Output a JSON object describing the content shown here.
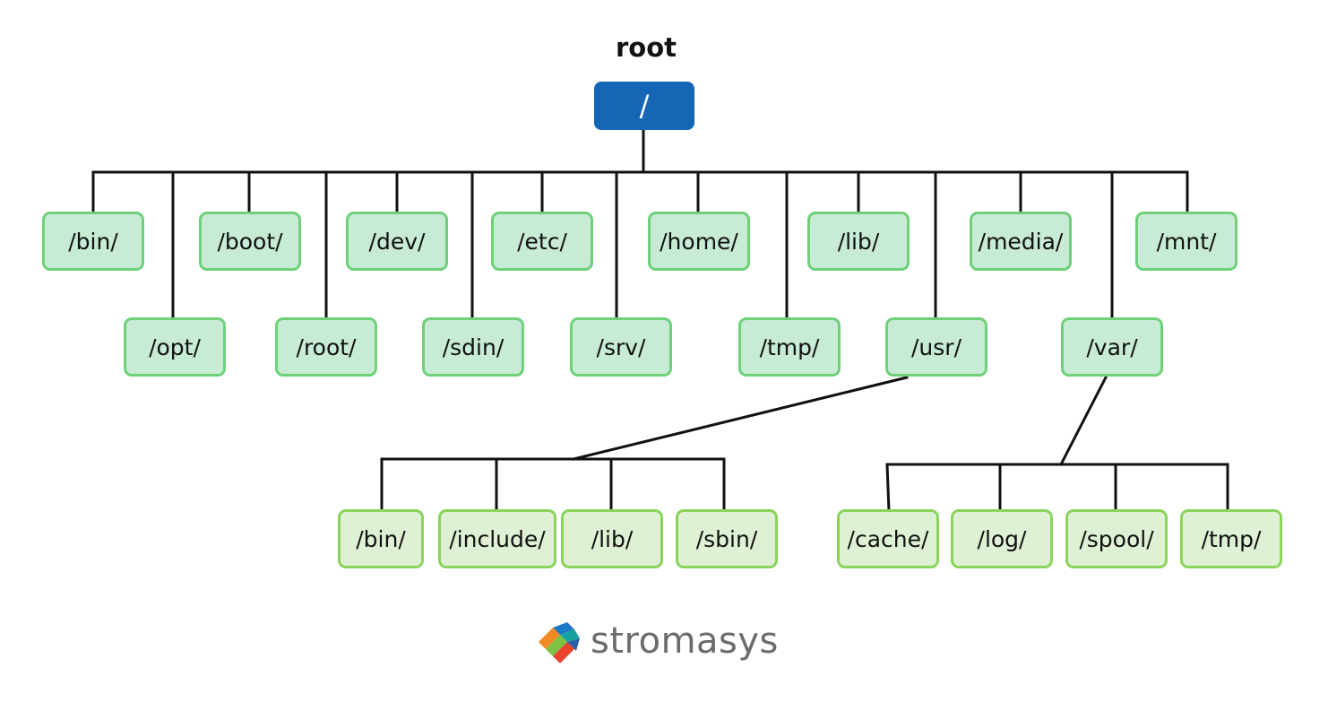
{
  "title": "root",
  "root_node": "/",
  "top_row": [
    "/bin/",
    "/boot/",
    "/dev/",
    "/etc/",
    "/home/",
    "/lib/",
    "/media/",
    "/mnt/"
  ],
  "second_row": [
    "/opt/",
    "/root/",
    "/sdin/",
    "/srv/",
    "/tmp/",
    "/usr/",
    "/var/"
  ],
  "usr_children": [
    "/bin/",
    "/include/",
    "/lib/",
    "/sbin/"
  ],
  "var_children": [
    "/cache/",
    "/log/",
    "/spool/",
    "/tmp/"
  ],
  "brand": "stromasys",
  "colors": {
    "root_fill": "#1566b4",
    "node_fill": "#c7ebd5",
    "node_border": "#6ed17a",
    "sub_fill": "#dff1d5",
    "sub_border": "#8ad45c",
    "line": "#111111"
  }
}
